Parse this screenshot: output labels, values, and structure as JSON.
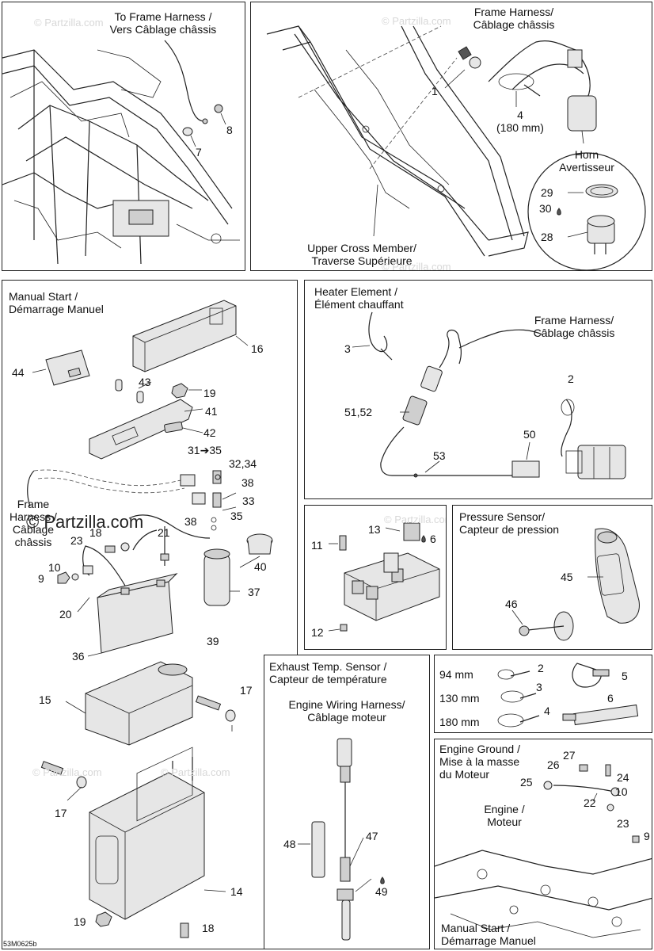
{
  "diagram_code": "53M0625b",
  "watermark": "© Partzilla.com",
  "panels": {
    "frame_harness_area": {
      "title_l1": "To Frame Harness /",
      "title_l2": "Vers Câblage châssis",
      "parts": [
        "8",
        "7"
      ]
    },
    "upper_cross_member": {
      "frame_harness_l1": "Frame Harness/",
      "frame_harness_l2": "Câblage châssis",
      "label_l1": "Upper Cross Member/",
      "label_l2": "Traverse Supérieure",
      "horn_l1": "Horn",
      "horn_l2": "Avertisseur",
      "parts": [
        "1",
        "4",
        "(180 mm)",
        "29",
        "30",
        "28"
      ]
    },
    "manual_start": {
      "title_l1": "Manual Start /",
      "title_l2": "Démarrage Manuel",
      "frame_l1": "Frame",
      "frame_l2": "Harness /",
      "frame_l3": "Câblage",
      "frame_l4": "châssis",
      "parts": [
        "16",
        "44",
        "43",
        "19",
        "41",
        "42",
        "31",
        "35",
        "32,34",
        "38",
        "33",
        "35",
        "38",
        "18",
        "21",
        "23",
        "40",
        "10",
        "9",
        "20",
        "37",
        "36",
        "39"
      ]
    },
    "heater_element": {
      "title_l1": "Heater Element /",
      "title_l2": "Élément chauffant",
      "frame_l1": "Frame Harness/",
      "frame_l2": "Câblage châssis",
      "parts": [
        "3",
        "2",
        "51,52",
        "50",
        "53"
      ]
    },
    "fuse_box": {
      "parts": [
        "13",
        "6",
        "11",
        "12"
      ]
    },
    "pressure_sensor": {
      "title_l1": "Pressure Sensor/",
      "title_l2": "Capteur de pression",
      "parts": [
        "45",
        "46"
      ]
    },
    "battery_box": {
      "parts": [
        "15",
        "17",
        "17",
        "14",
        "19",
        "18"
      ]
    },
    "exhaust_temp": {
      "title_l1": "Exhaust Temp. Sensor /",
      "title_l2": "Capteur de température",
      "harness_l1": "Engine Wiring Harness/",
      "harness_l2": "Câblage moteur",
      "parts": [
        "48",
        "47",
        "49"
      ]
    },
    "ties": {
      "rows": [
        {
          "size": "94 mm",
          "part": "2"
        },
        {
          "size": "130 mm",
          "part": "3"
        },
        {
          "size": "180 mm",
          "part": "4"
        }
      ],
      "parts": [
        "5",
        "6"
      ]
    },
    "engine_ground": {
      "title_l1": "Engine Ground /",
      "title_l2": "Mise à la masse",
      "title_l3": "du Moteur",
      "engine_l1": "Engine /",
      "engine_l2": "Moteur",
      "bottom_l1": "Manual Start /",
      "bottom_l2": "Démarrage Manuel",
      "parts": [
        "27",
        "26",
        "24",
        "25",
        "10",
        "22",
        "23",
        "9"
      ]
    }
  }
}
